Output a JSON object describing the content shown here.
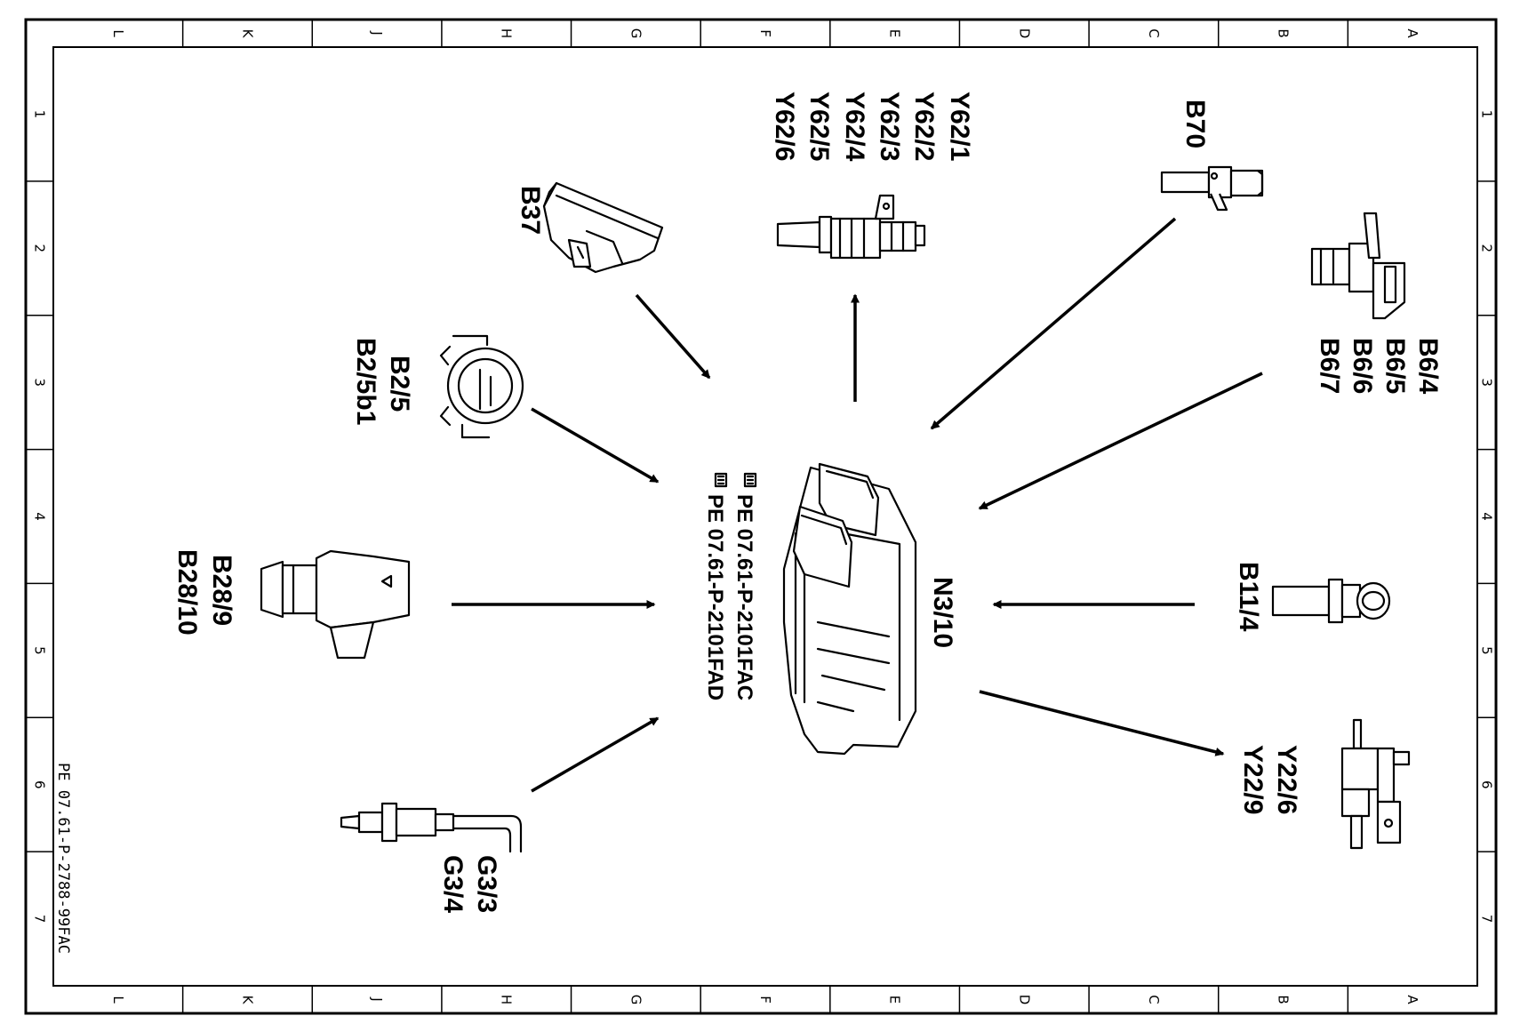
{
  "grid": {
    "columns": [
      "L",
      "K",
      "J",
      "H",
      "G",
      "F",
      "E",
      "D",
      "C",
      "B",
      "A"
    ],
    "rows": [
      "1",
      "2",
      "3",
      "4",
      "5",
      "6",
      "7"
    ]
  },
  "document_id": "PE 07.61-P-2788-99FAC",
  "control_unit": {
    "label": "N3/10",
    "refs": [
      "PE 07.61-P-2101FAC",
      "PE 07.61-P-2101FAD"
    ]
  },
  "components": {
    "b70": {
      "label": "B70"
    },
    "y62": {
      "labels": [
        "Y62/1",
        "Y62/2",
        "Y62/3",
        "Y62/4",
        "Y62/5",
        "Y62/6"
      ]
    },
    "b37": {
      "label": "B37"
    },
    "b6": {
      "labels": [
        "B6/4",
        "B6/5",
        "B6/6",
        "B6/7"
      ]
    },
    "b2": {
      "labels": [
        "B2/5",
        "B2/5b1"
      ]
    },
    "b28": {
      "labels": [
        "B28/9",
        "B28/10"
      ]
    },
    "b11": {
      "label": "B11/4"
    },
    "g3": {
      "labels": [
        "G3/3",
        "G3/4"
      ]
    },
    "y22": {
      "labels": [
        "Y22/6",
        "Y22/9"
      ]
    }
  }
}
